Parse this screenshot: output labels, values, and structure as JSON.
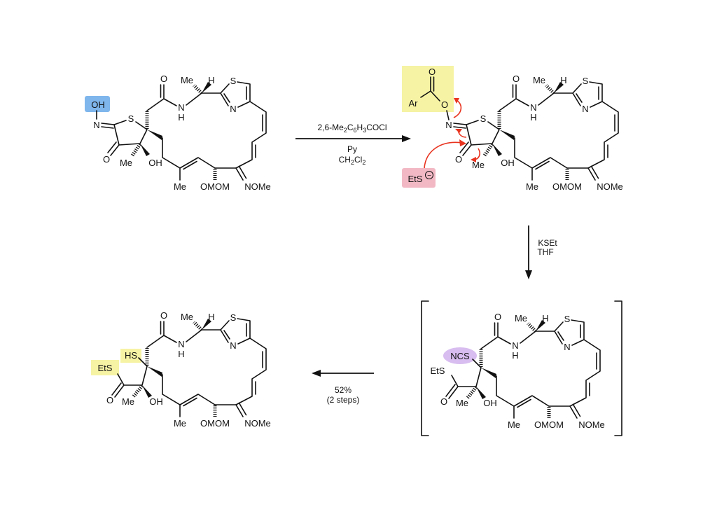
{
  "macrocycle_labels": {
    "amide_O": "O",
    "amide_N": "N",
    "amide_H": "H",
    "me_stereo": "Me",
    "h_stereo": "H",
    "thiazole_S": "S",
    "thiazole_N": "N",
    "vinyl_Me": "Me",
    "omom": "OMOM",
    "nome": "NOMe"
  },
  "compound1": {
    "ring_S": "S",
    "oxime_N": "N",
    "oxime_OH": "OH",
    "ketone_O": "O",
    "me": "Me",
    "oh": "OH"
  },
  "compound2": {
    "ring_S": "S",
    "oxime_N": "N",
    "ester_O": "O",
    "carbonyl_O": "O",
    "ar": "Ar",
    "ketone_O": "O",
    "me": "Me",
    "oh": "OH",
    "nucleophile": "EtS",
    "charge": "−"
  },
  "compound3": {
    "thiol": "HS",
    "thioester_S": "EtS",
    "carbonyl_O": "O",
    "me": "Me",
    "oh": "OH"
  },
  "compound4": {
    "isothiocyanate": "NCS",
    "thioester_S": "EtS",
    "carbonyl_O": "O",
    "me": "Me",
    "oh": "OH"
  },
  "step1": {
    "reagent_prefix": "2,6-Me",
    "reagent_sub1": "2",
    "reagent_mid1": "C",
    "reagent_sub2": "6",
    "reagent_mid2": "H",
    "reagent_sub3": "3",
    "reagent_suffix": "COCl",
    "base": "Py",
    "solvent_prefix": "CH",
    "solvent_sub1": "2",
    "solvent_mid": "Cl",
    "solvent_sub2": "2"
  },
  "step2": {
    "reagent": "KSEt",
    "solvent": "THF"
  },
  "step3": {
    "yield": "52%",
    "note": "(2 steps)"
  },
  "colors": {
    "oxime_highlight": "#7fb6ec",
    "acyl_highlight": "#f6f3a4",
    "nucleophile_highlight": "#f2b9c5",
    "thiol_highlight": "#f6f3a4",
    "ncs_highlight": "#d8bdf0",
    "arrow_pushing": "#e8331f"
  }
}
